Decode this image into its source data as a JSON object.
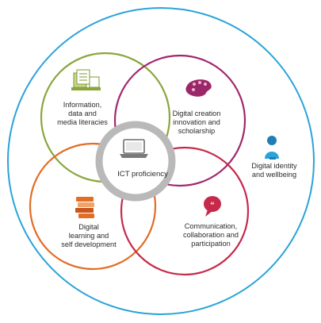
{
  "diagram": {
    "center": {
      "lines": [
        "ICT proficiency"
      ],
      "icon": "laptop-icon"
    },
    "segments": [
      {
        "id": "information",
        "lines": [
          "Information,",
          "data and",
          "media literacies"
        ],
        "icon": "documents-icon",
        "color": "#8aa63c"
      },
      {
        "id": "creation",
        "lines": [
          "Digital creation",
          "innovation and",
          "scholarship"
        ],
        "icon": "palette-icon",
        "color": "#a1286e"
      },
      {
        "id": "learning",
        "lines": [
          "Digital",
          "learning and",
          "self development"
        ],
        "icon": "books-icon",
        "color": "#e26d24"
      },
      {
        "id": "communication",
        "lines": [
          "Communication,",
          "collaboration and",
          "participation"
        ],
        "icon": "speech-bubble-icon",
        "color": "#c62a4b"
      }
    ],
    "outer": {
      "lines": [
        "Digital identity",
        "and wellbeing"
      ],
      "icon": "person-icon",
      "color": "#2aa3d9"
    },
    "ring_color": "#b9b9b9"
  }
}
